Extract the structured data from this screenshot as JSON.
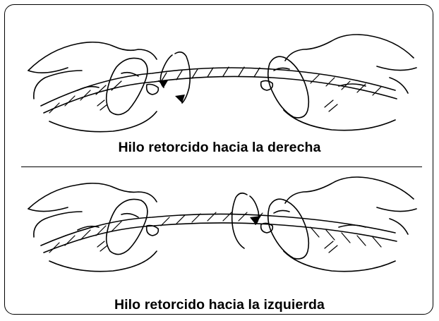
{
  "panels": [
    {
      "caption": "Hilo retorcido hacia la derecha",
      "twist_direction": "right"
    },
    {
      "caption": "Hilo retorcido hacia la izquierda",
      "twist_direction": "left"
    }
  ],
  "colors": {
    "line": "#000000",
    "background": "#ffffff"
  }
}
